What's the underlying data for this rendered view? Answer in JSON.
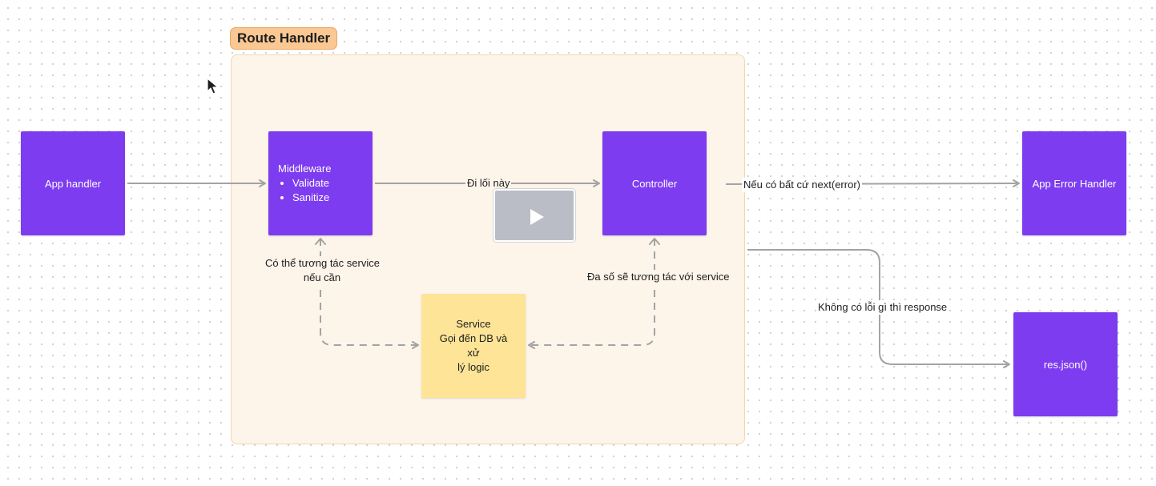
{
  "frame": {
    "title": "Route Handler"
  },
  "nodes": {
    "app_handler": "App handler",
    "middleware": {
      "title": "Middleware",
      "items": [
        "Validate",
        "Sanitize"
      ]
    },
    "controller": "Controller",
    "app_error_handler": "App Error Handler",
    "res_json": "res.json()",
    "service": {
      "line1": "Service",
      "line2": "Gọi đến DB và xử",
      "line3": "lý logic"
    }
  },
  "edges": {
    "mw_to_controller": "Đi lối này",
    "controller_to_error": "Nếu có bất cứ next(error)",
    "controller_to_res": "Không có lỗi gì thì response",
    "mw_service": {
      "line1": "Có thể tương tác service",
      "line2": "nếu cần"
    },
    "controller_service": "Đa số sẽ tương tác với service"
  },
  "media": {
    "video_icon": "play-icon"
  },
  "colors": {
    "node_purple": "#7d3cf0",
    "sticky_yellow": "#fde496",
    "frame_bg": "#fdf4ea",
    "frame_label": "#fbc893",
    "connector": "#a3a3a3"
  }
}
